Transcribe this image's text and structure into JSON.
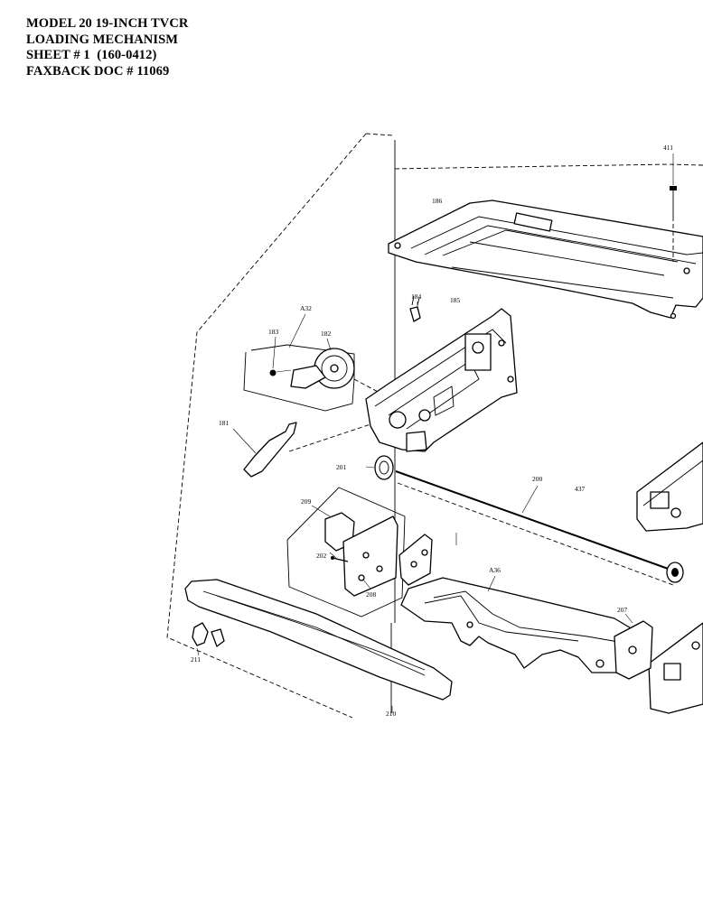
{
  "header": {
    "line1": "MODEL 20 19-INCH TVCR",
    "line2": "LOADING MECHANISM",
    "line3": "SHEET # 1  (160-0412)",
    "line4": "FAXBACK DOC # 11069"
  },
  "callouts": {
    "p411": "411",
    "p186": "186",
    "p184": "184",
    "p185": "185",
    "pA32": "A32",
    "p183": "183",
    "p182": "182",
    "p181": "181",
    "p201": "201",
    "p200": "200",
    "p437": "437",
    "p209": "209",
    "p202": "202",
    "p208": "208",
    "pA36": "A36",
    "p207": "207",
    "p211": "211",
    "p210": "210"
  }
}
